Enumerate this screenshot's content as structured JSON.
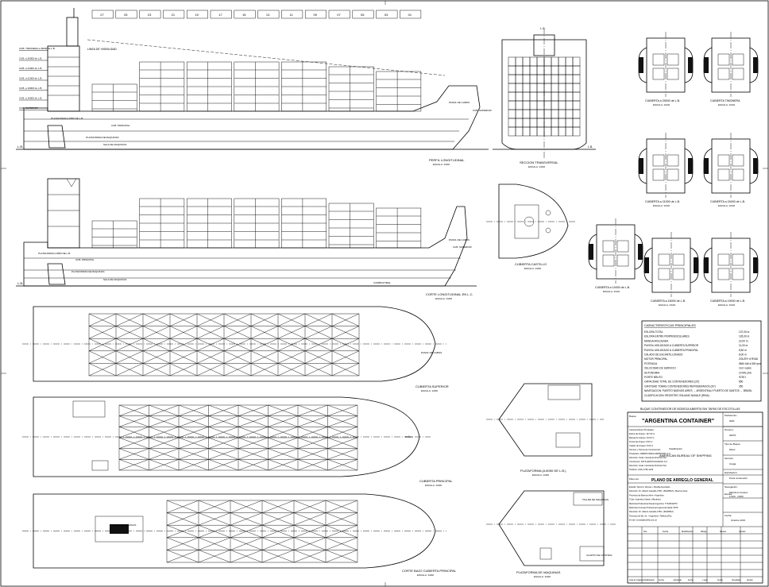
{
  "frames": [
    "27",
    "25",
    "23",
    "21",
    "19",
    "17",
    "15",
    "13",
    "11",
    "09",
    "07",
    "05",
    "03",
    "01"
  ],
  "elevation": {
    "decks": [
      "CUB. TIMONERA a 29000 de L.B.",
      "CUB. a 26000 de L.B.",
      "CUB. a 24000 de L.B.",
      "CUB. a 21000 de L.B.",
      "CUB. a 19000 de L.B.",
      "CUB. a 16000 de L.B.",
      "CUB. SUPERIOR"
    ],
    "labels": {
      "visibility": "LINEA DE VISIBILIDAD",
      "platform": "PLATAFORMA A 8050 DE L.B.",
      "main_deck": "CUB. PRINCIPAL",
      "fo_deck": "PANOL DE CABOS",
      "cub_superior": "CUB. SUPERIOR",
      "machinery": "SALA DE MAQUINAS",
      "lb": "L.B.",
      "machinery_platform": "PLATAFORMA DE MAQUINAS"
    },
    "title": "PERFIL LONGITUDINAL",
    "scale": "ESCALA: 1/200"
  },
  "section": {
    "title": "SECCION TRANSVERSAL",
    "scale": "ESCALA: 1/200",
    "cl": "L.C.",
    "lb": "L.B."
  },
  "longcut": {
    "title": "CORTE LONGITUDINAL EN L.C.",
    "scale": "ESCALA: 1/200",
    "labels": {
      "platform": "PLATAFORMA A 8050 DE L.B.",
      "cub_principal": "CUB. PRINCIPAL",
      "cub_superior": "CUB. SUPERIOR",
      "panol": "PANOL DE CABOS",
      "machinery": "SALA DE MAQUINAS",
      "platform2": "PLATAFORMA DE MAQUINAS",
      "combustible": "COMBUSTIBLE",
      "lb": "L.B."
    }
  },
  "castillo": {
    "title": "CUBIERTA CASTILLO",
    "scale": "ESCALA: 1/200"
  },
  "decks_small": [
    {
      "title": "CUBIERTA a 29000 de L.B.",
      "scale": "ESCALA: 1/100"
    },
    {
      "title": "CUBIERTA TIMONERA",
      "scale": "ESCALA: 1/100"
    },
    {
      "title": "CUBIERTA a 21000 de L.B.",
      "scale": "ESCALA: 1/100"
    },
    {
      "title": "CUBIERTA a 24000 de L.B.",
      "scale": "ESCALA: 1/100"
    },
    {
      "title": "CUBIERTA a 14000 de L.B.",
      "scale": "ESCALA: 1/100"
    },
    {
      "title": "CUBIERTA a 16000 de L.B.",
      "scale": "ESCALA: 1/100"
    },
    {
      "title": "CUBIERTA a 19000 de L.B.",
      "scale": "ESCALA: 1/100"
    }
  ],
  "plans": {
    "superior": {
      "title": "CUBIERTA SUPERIOR",
      "scale": "ESCALA: 1/200",
      "label": "PANOL DE CABOS"
    },
    "principal": {
      "title": "CUBIERTA PRINCIPAL",
      "scale": "ESCALA: 1/200",
      "label": "PAÑOL"
    },
    "bajo": {
      "title": "CORTE BAJO CUBIERTA PRINCIPAL",
      "scale": "ESCALA: 1/200",
      "label": "SALA DE MAQUINAS"
    },
    "plat": {
      "title": "PLATAFORMA (A 8050 DE L.B.)",
      "scale": "ESCALA: 1/200"
    },
    "maq": {
      "title": "PLATAFORMA DE MAQUINAS",
      "scale": "ESCALA: 1/200",
      "l1": "TALLER DE MAQUINAS",
      "l2": "CUARTO DE CONTROL"
    }
  },
  "characteristics": {
    "heading": "CARACTERISTICAS PRINCIPALES",
    "rows": [
      [
        "ESLORA TOTAL",
        "137,00 m"
      ],
      [
        "ESLORA ENTRE PERPENDICULARES",
        "126,00 m"
      ],
      [
        "MANGA MOLDEADA",
        "22,00 m"
      ],
      [
        "PUNTAL MOLDEADO A CUBIERTA SUPERIOR",
        "11,00 m"
      ],
      [
        "PUNTAL MOLDEADO A CUBIERTA PRINCIPAL",
        "8,50 m"
      ],
      [
        "CALADO DE ESCANTILLONADO",
        "8,00 m"
      ],
      [
        "MOTOR PRINCIPAL",
        "ZGLER+ 8 RS46"
      ],
      [
        "POTENCIA",
        "5840 kW a 500 rpm"
      ],
      [
        "VELOCIDAD DE SERVICIO",
        "14,0 nudos"
      ],
      [
        "AUTONOMIA",
        "10 MILLAS"
      ],
      [
        "PORTE BRUTO",
        "9739 t"
      ],
      [
        "CAPACIDAD TOTAL DE CONTENEDORES (20')",
        "850"
      ],
      [
        "CANTIDAD TOMAS CONTENEDORES REFRIGERADOS (20')",
        "350"
      ],
      [
        "NAVEGACION: PUERTO BUENOS AIRES → ARGENTINA // PUERTO DE SANTOS → BRASIL",
        ""
      ],
      [
        "CLASIFICACION: REGISTRO ITALIANO NAVALE (RINA)",
        ""
      ]
    ]
  },
  "titleblock": {
    "subtitle": "BUQUE CONTENEDOR DE BODEGA ABIERTA SIN TAPAS DE ESCOTILLAS",
    "ship_label": "Buque:",
    "ship_name": "\"ARGENTINA CONTAINER\"",
    "class_label": "Clasificación",
    "class_value": "AMERICAN BUREAU OF SHIPPING",
    "plan_label": "Plano de:",
    "plan_name": "PLANO DE ARREGLO GENERAL",
    "escala_label": "Escala:",
    "escala_value": "1/100 - 1/200",
    "fecha_label": "Fecha:",
    "fecha_value": "Octubre 2015",
    "side": [
      "Partida Nro.:",
      "Número:",
      "Tipo de Buque:",
      "Servicio:",
      "Explotación:",
      "Navegación:"
    ],
    "side_values": [
      "0001",
      "02070",
      "Motor",
      "Carga",
      "Porta contenedor",
      "Marítima Costera"
    ],
    "rows_bottom": [
      "Lista de Organos",
      "Modificación",
      "Fecha",
      "Aprobado",
      "Fecha",
      "Lugar",
      "Fecha",
      "Resultado",
      "Aprobo"
    ],
    "firm": "Estudio Técnico: Roman + Bonilla Asociados",
    "tiny": [
      "Características Principales:",
      "Eslora de Arqueo: 137,00 m",
      "Manga de Arqueo: 22,00 m",
      "Puntal de Arqueo: 8,50 m",
      "Calado de Arqueo: 8,00 m",
      "Número y Norma de Construcción:",
      "Propietario: FERROVIARIA ARMADORA S.A.",
      "Dirección: Avda. Intendente Ricchieri Sur",
      "Constructor: ASTILLEROS NAVALES S.A.",
      "Dirección: Avda. Intendente Ricchieri Sur",
      "Teléfono: (011) 4790-1234"
    ],
    "tiny2": [
      "Estudio Técnico: Roman + Bonilla Asociados",
      "Dirección: Dr. Alberto Garaldo 2750 • (B1405KZ) • Buenos Aires",
      "Provincia de Buenos Aires • Argentina",
      "Título: Ingeniero Naval y Mecánico",
      "Matrícula Profesional Naval Argentina: T7418XARTX",
      "Matrícula Consejo Profesional Ingeniería Naval: 5976",
      "Dirección: Dr. Alberto Garaldo 2750 • (B1405KZ)",
      "Provincia de Bs. As. • Argentina • Teléfono/Fax",
      "E-mail: roman@bonilla.com.ar"
    ],
    "mini": [
      "Nro.",
      "Fecha",
      "Modificación",
      "Dibujó",
      "Revisó",
      "Aprobó"
    ]
  }
}
